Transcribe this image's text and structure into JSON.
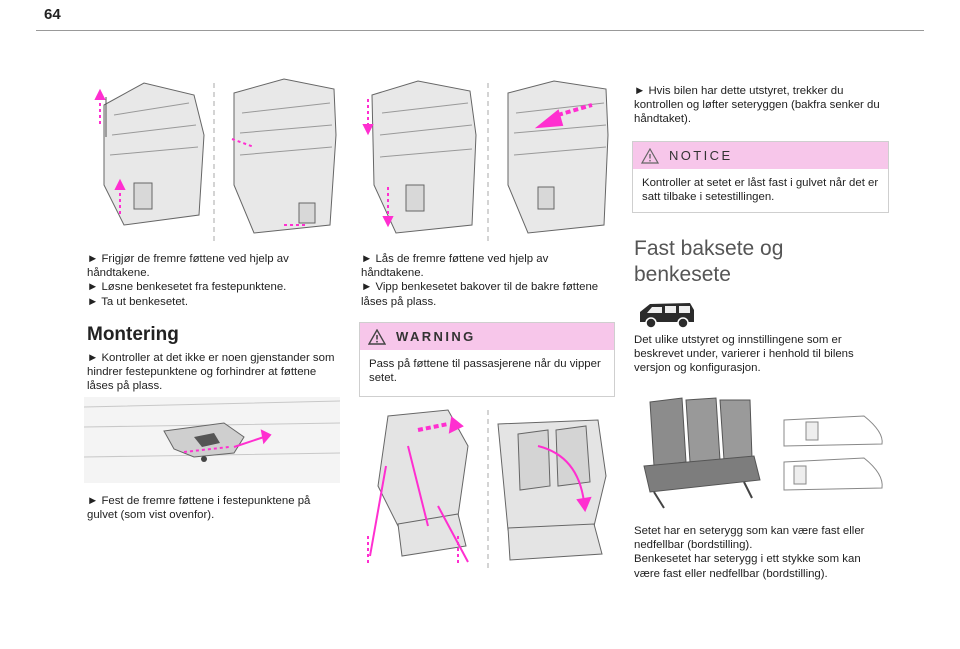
{
  "page": {
    "number": "64"
  },
  "col1": {
    "steps": [
      "► Frigjør de fremre føttene ved hjelp av håndtakene.",
      "► Løsne benkesetet fra festepunktene.",
      "► Ta ut benkesetet."
    ],
    "heading": "Montering",
    "para1": "► Kontroller at det ikke er noen gjenstander som hindrer festepunktene og forhindrer at føttene låses på plass.",
    "para2": "► Fest de fremre føttene i festepunktene på gulvet (som vist ovenfor)."
  },
  "col2": {
    "steps": [
      "► Lås de fremre føttene ved hjelp av håndtakene.",
      "► Vipp benkesetet bakover til de bakre føttene låses på plass."
    ],
    "warning": {
      "label": "WARNING",
      "text": "Pass på føttene til passasjerene når du vipper setet."
    }
  },
  "col3": {
    "intro": "► Hvis bilen har dette utstyret, trekker du kontrollen og løfter seteryggen (bakfra senker du håndtaket).",
    "notice": {
      "label": "NOTICE",
      "text": "Kontroller at setet er låst fast i gulvet når det er satt tilbake i setestillingen."
    },
    "heading_line1": "Fast baksete og",
    "heading_line2": "benkesete",
    "para1": "Det ulike utstyret og innstillingene som er beskrevet under, varierer i henhold til bilens versjon og konfigurasjon.",
    "para2_line1": "Setet har en seterygg som kan være fast eller nedfellbar (bordstilling).",
    "para2_line2": "Benkesetet har seterygg i ett stykke som kan være fast eller nedfellbar (bordstilling)."
  },
  "colors": {
    "accent": "#ff2fd0",
    "box_header": "#f7c6ea",
    "rule": "#999999"
  },
  "icons": [
    "warning-triangle-icon",
    "notice-triangle-icon",
    "van-icon"
  ]
}
